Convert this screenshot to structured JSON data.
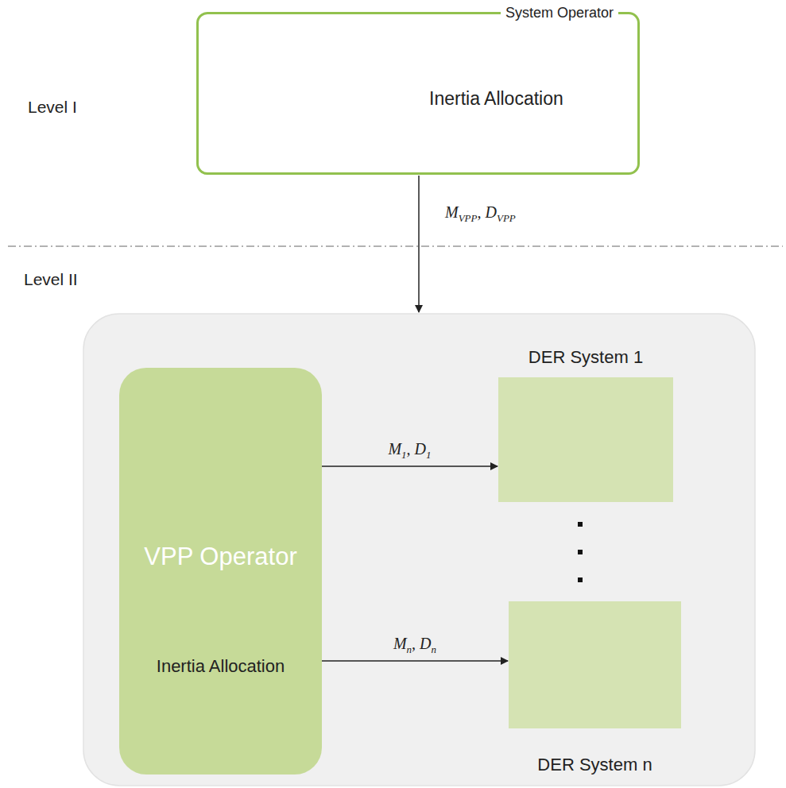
{
  "diagram": {
    "nodes": [
      {
        "text": [
          "System Operator",
          "Inertia Allocation"
        ]
      },
      {
        "text": [
          "VPP Operator",
          "Inertia Allocation"
        ]
      },
      {
        "text": [
          "DER System 1"
        ]
      },
      {
        "text": [
          "DER System n"
        ]
      }
    ],
    "edges": [
      {
        "from": 1,
        "to": 2,
        "label": "M1, D1",
        "arrow": "to"
      },
      {
        "from": 1,
        "to": 3,
        "label": "Mn, Dn",
        "arrow": "to"
      }
    ],
    "labels": [
      "Level I",
      "Level II",
      "MVPP, DVPP"
    ]
  }
}
